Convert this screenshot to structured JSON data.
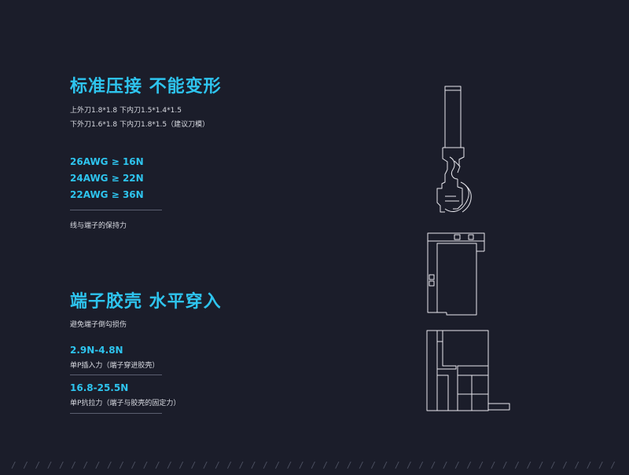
{
  "section1": {
    "title": "标准压接 不能变形",
    "line1": "上外刀1.8*1.8  下内刀1.5*1.4*1.5",
    "line2": "下外刀1.6*1.8  下内刀1.8*1.5（建议刀模）",
    "specs": [
      "26AWG ≥ 16N",
      "24AWG ≥ 22N",
      "22AWG ≥ 36N"
    ],
    "caption": "线与端子的保持力"
  },
  "section2": {
    "title": "端子胶壳 水平穿入",
    "subtitle": "避免端子倒勾损伤",
    "spec1_value": "2.9N-4.8N",
    "spec1_label": "单P插入力（端子穿进胶壳）",
    "spec2_value": "16.8-25.5N",
    "spec2_label": "单P抗拉力（端子与胶壳的固定力）"
  },
  "colors": {
    "background": "#1b1d2a",
    "accent": "#2ec4ee",
    "text": "#d9dbe2",
    "line": "#e8e8ee"
  },
  "footer_pattern": "/ / / / / / / / / / / / / / / / / / / / / / / / / / / / / / / / / / / / / / / / / / / / / / / / / / / / / / / / / / / / / / / / / / / / / / / / /"
}
